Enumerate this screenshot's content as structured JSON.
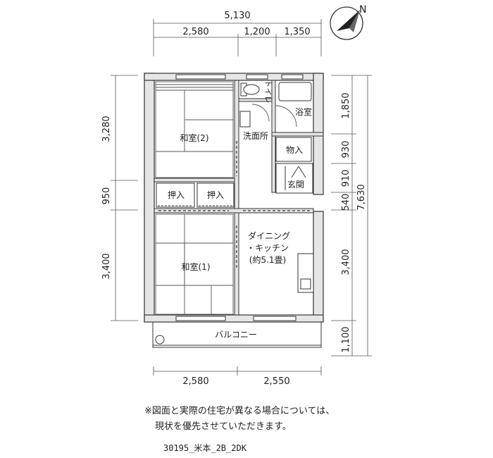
{
  "compass": {
    "north_label": "N"
  },
  "dimensions": {
    "top_total": "5,130",
    "top_parts": [
      "2,580",
      "1,200",
      "1,350"
    ],
    "bottom_parts": [
      "2,580",
      "2,550"
    ],
    "left_parts": [
      "3,280",
      "950",
      "3,400"
    ],
    "right_parts": [
      "1,850",
      "930",
      "910",
      "540",
      "3,400",
      "1,100"
    ],
    "right_total": "7,630"
  },
  "rooms": {
    "washitsu2": "和室(2)",
    "washitsu1": "和室(1)",
    "oshiire_a": "押入",
    "oshiire_b": "押入",
    "toilet": "トイレ",
    "bath": "浴室",
    "senmen": "洗面所",
    "monoire": "物入",
    "genkan": "玄関",
    "dk_line1": "ダイニング",
    "dk_line2": "・キッチン",
    "dk_line3": "(約5.1畳)",
    "balcony": "バルコニー"
  },
  "note": {
    "line1": "※図面と実際の住宅が異なる場合については、",
    "line2": "現状を優先させていただきます。"
  },
  "plan_code": "30195_米本_2B_2DK"
}
